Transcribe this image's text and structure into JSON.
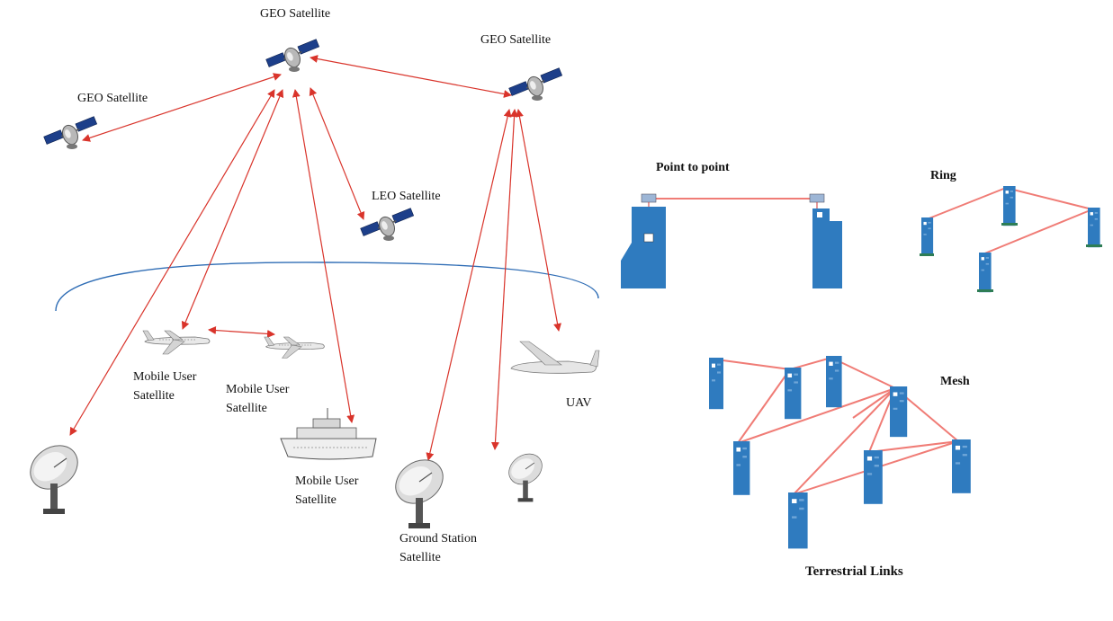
{
  "satellite_section": {
    "labels": {
      "geo_top": "GEO Satellite",
      "geo_right": "GEO Satellite",
      "geo_left": "GEO Satellite",
      "leo": "LEO Satellite",
      "mobile_user_1": [
        "Mobile User",
        "Satellite"
      ],
      "mobile_user_2": [
        "Mobile User",
        "Satellite"
      ],
      "mobile_user_3": [
        "Mobile User",
        "Satellite"
      ],
      "ground_station": [
        "Ground Station",
        "Satellite"
      ],
      "uav": "UAV"
    },
    "link_color": "#d9342b",
    "earth_arc_color": "#2f6db5"
  },
  "terrestrial_section": {
    "labels": {
      "point_to_point": "Point to point",
      "ring": "Ring",
      "mesh": "Mesh",
      "caption": "Terrestrial Links"
    },
    "building_color": "#2f7bbf",
    "link_color": "#f07c76"
  }
}
